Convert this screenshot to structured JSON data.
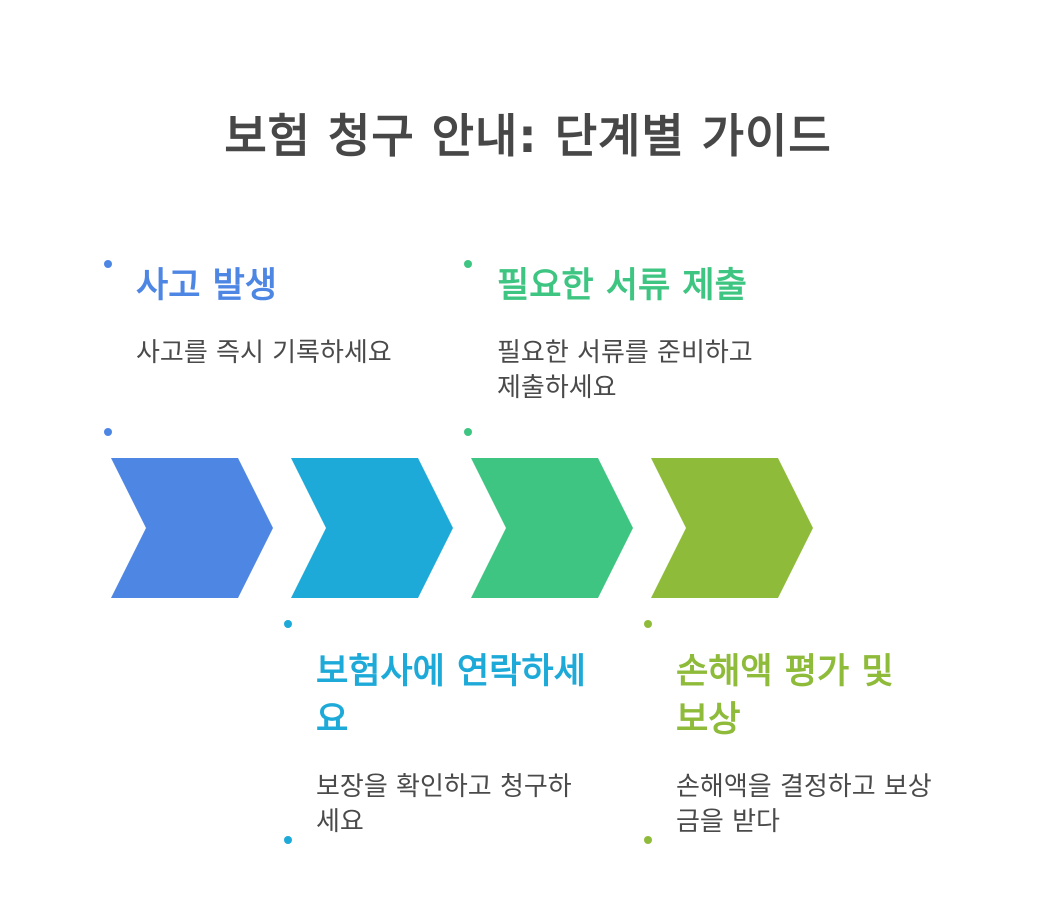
{
  "title": "보험 청구 안내: 단계별 가이드",
  "colors": {
    "step1": "#4e86e4",
    "step2": "#1eaad8",
    "step3": "#3ec582",
    "step4": "#8fbb3b",
    "title": "#474747",
    "text": "#4a4a4a"
  },
  "steps": [
    {
      "title": "사고 발생",
      "description": "사고를 즉시 기록하세요"
    },
    {
      "title": "보험사에 연락하세요",
      "description": "보장을 확인하고 청구하세요"
    },
    {
      "title": "필요한 서류 제출",
      "description": "필요한 서류를 준비하고 제출하세요"
    },
    {
      "title": "손해액 평가 및 보상",
      "description": "손해액을 결정하고 보상금을 받다"
    }
  ]
}
